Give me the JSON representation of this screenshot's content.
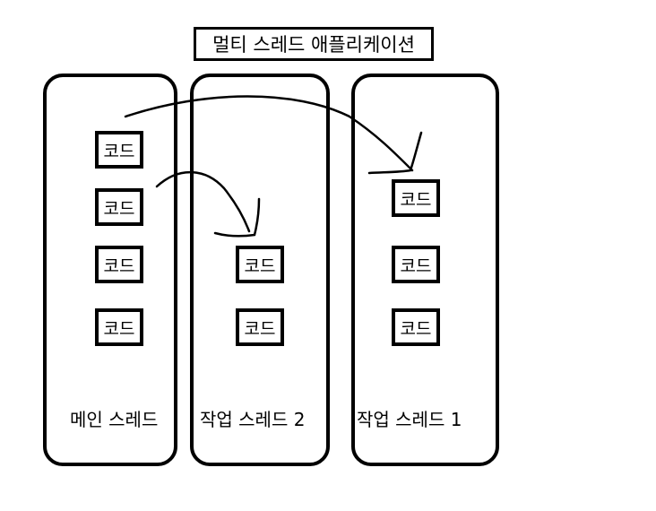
{
  "title": "멀티 스레드 애플리케이션",
  "lanes": [
    {
      "label": "메인 스레드",
      "codes": [
        "코드",
        "코드",
        "코드",
        "코드"
      ]
    },
    {
      "label": "작업 스레드 2",
      "codes": [
        "코드",
        "코드"
      ]
    },
    {
      "label": "작업 스레드 1",
      "codes": [
        "코드",
        "코드",
        "코드"
      ]
    }
  ]
}
